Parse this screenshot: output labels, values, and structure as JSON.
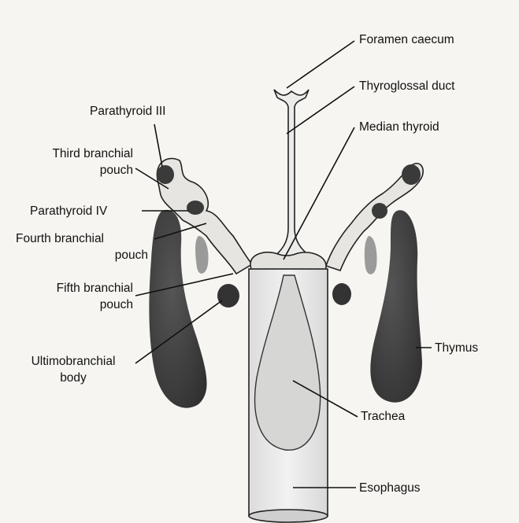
{
  "labels": {
    "foramen_caecum": "Foramen caecum",
    "thyroglossal_duct": "Thyroglossal duct",
    "median_thyroid": "Median thyroid",
    "parathyroid_iii": "Parathyroid III",
    "third_branchial_pouch": [
      "Third branchial",
      "pouch"
    ],
    "parathyroid_iv": "Parathyroid IV",
    "fourth_branchial_pouch": [
      "Fourth branchial",
      "pouch"
    ],
    "fifth_branchial_pouch": [
      "Fifth branchial",
      "pouch"
    ],
    "ultimobranchial_body": [
      "Ultimobranchial",
      "body"
    ],
    "thymus": "Thymus",
    "trachea": "Trachea",
    "esophagus": "Esophagus"
  },
  "colors": {
    "background": "#f6f5f1",
    "tissue": "#e8e7e3",
    "thymus": "#3f3f3f",
    "vessel": "#9a9a9a",
    "outline": "#222222"
  }
}
